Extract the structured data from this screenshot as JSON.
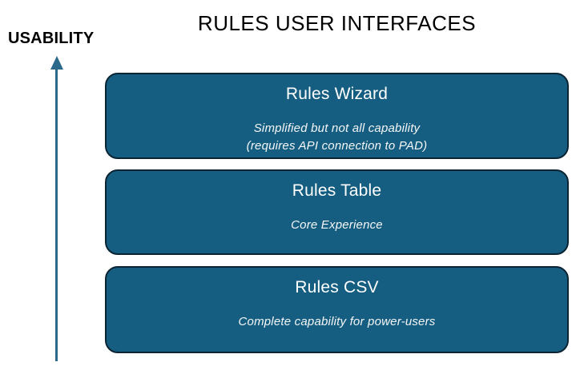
{
  "title": "RULES USER INTERFACES",
  "axis": {
    "label": "USABILITY",
    "direction": "up"
  },
  "boxes": [
    {
      "heading": "Rules Wizard",
      "subtitle_line1": "Simplified but not all capability",
      "subtitle_line2": "(requires API connection to PAD)"
    },
    {
      "heading": "Rules Table",
      "subtitle_line1": "Core Experience"
    },
    {
      "heading": "Rules CSV",
      "subtitle_line1": "Complete capability for power-users"
    }
  ],
  "colors": {
    "box_fill": "#165E81",
    "box_border": "#0B2433",
    "arrow": "#2A698A",
    "title_text": "#000000",
    "box_text": "#FFFFFF"
  }
}
